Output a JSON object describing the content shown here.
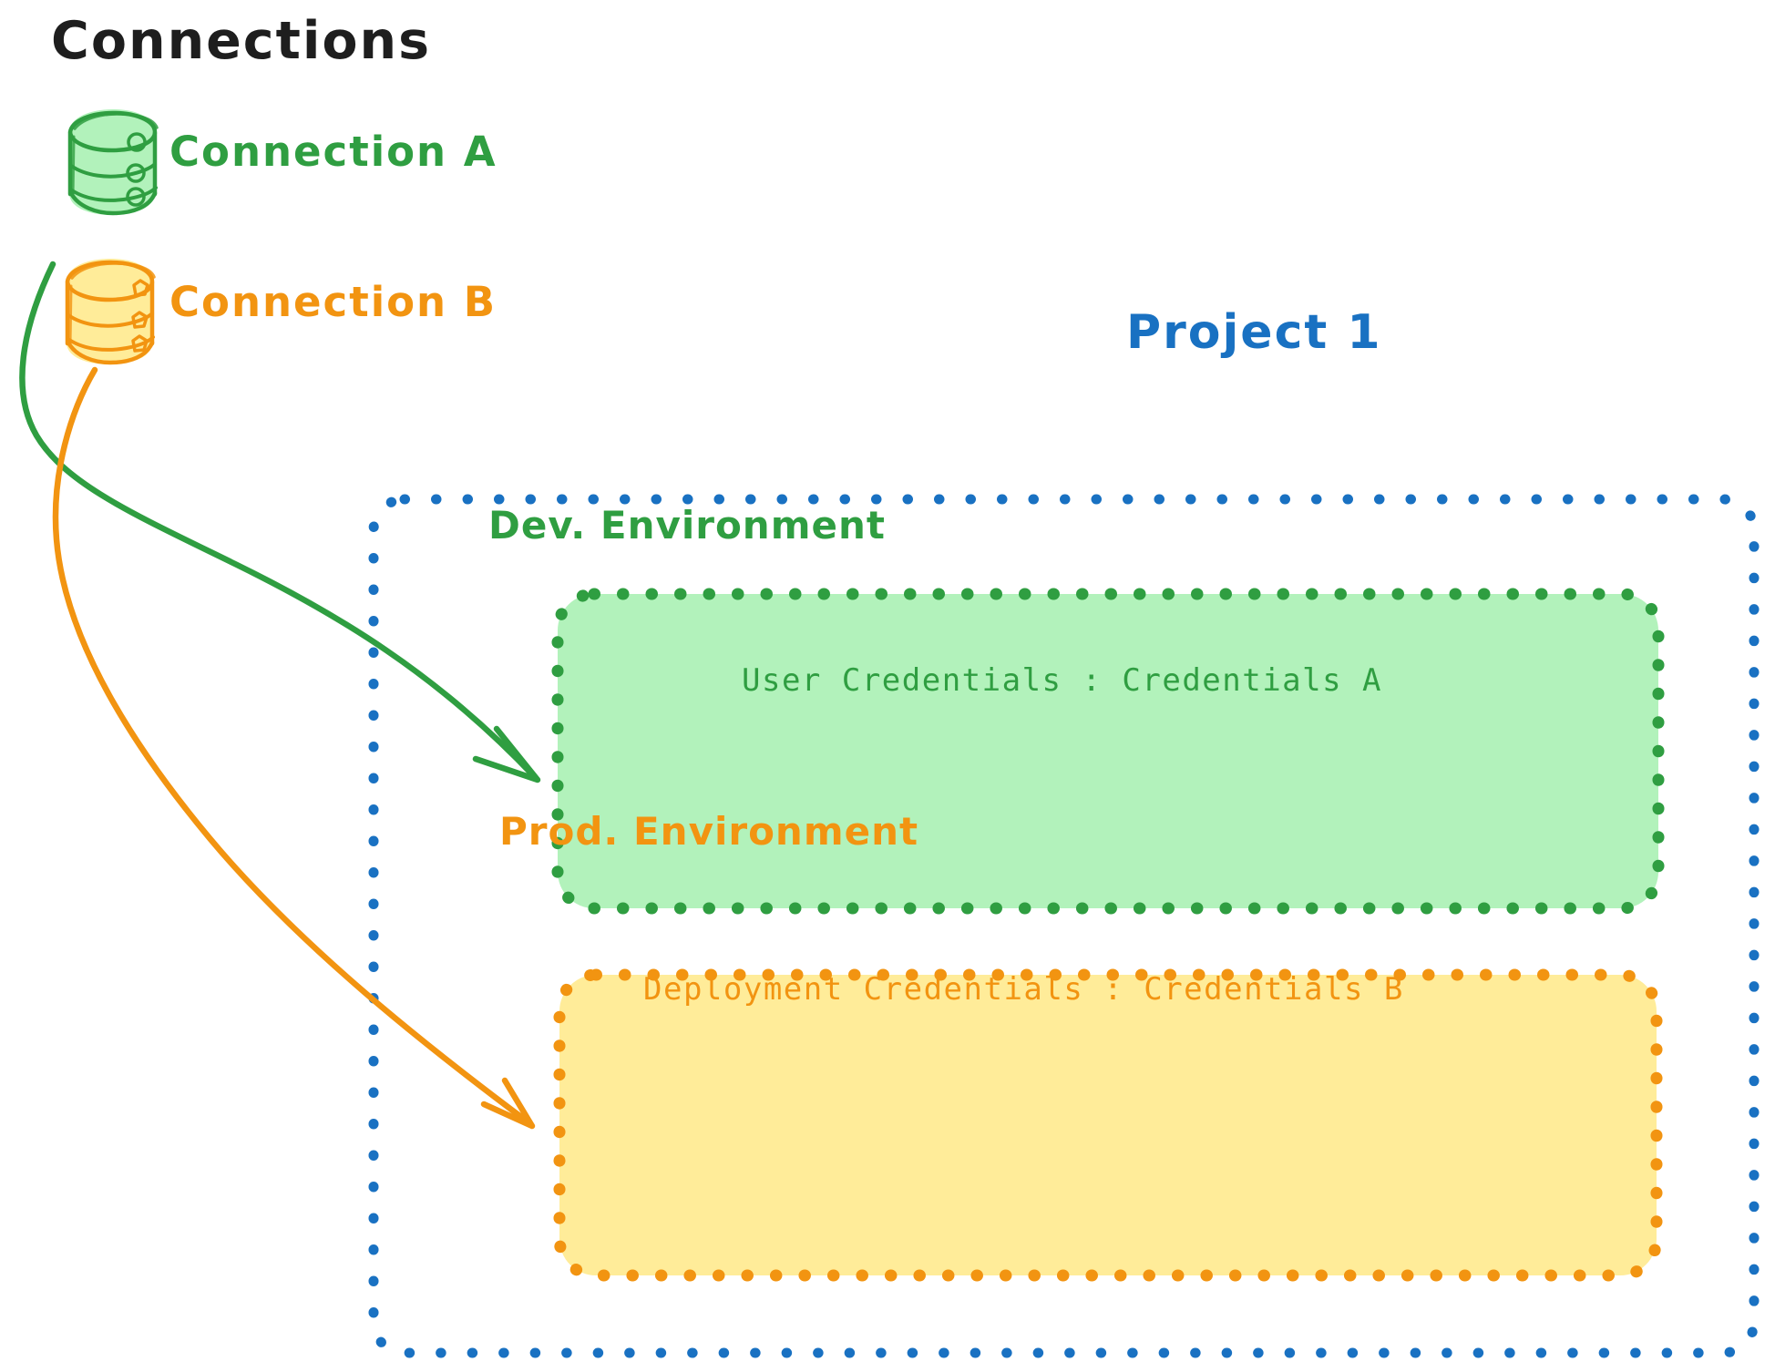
{
  "title": "Connections",
  "colors": {
    "green_stroke": "#2f9e41",
    "green_fill": "#b2f2bb",
    "orange_stroke": "#f29411",
    "orange_fill": "#ffec99",
    "blue_stroke": "#1971c2",
    "text_dark": "#1e1e1e",
    "background": "#ffffff"
  },
  "connections": {
    "heading": "Connections",
    "items": [
      {
        "name": "connection-a",
        "label": "Connection A",
        "icon": "database-cylinder-icon",
        "color": "#2f9e41"
      },
      {
        "name": "connection-b",
        "label": "Connection B",
        "icon": "database-cylinder-icon",
        "color": "#f29411"
      }
    ]
  },
  "project": {
    "label": "Project 1",
    "environments": [
      {
        "name": "dev-environment",
        "title": "Dev. Environment",
        "credentials_label": "User Credentials",
        "credentials_separator": ":",
        "credentials_value": "Credentials A",
        "credentials_line": "User Credentials : Credentials A",
        "color": "#2f9e41",
        "fill": "#b2f2bb"
      },
      {
        "name": "prod-environment",
        "title": "Prod. Environment",
        "credentials_label": "Deployment Credentials",
        "credentials_separator": ":",
        "credentials_value": "Credentials B",
        "credentials_line": "Deployment Credentials : Credentials B",
        "color": "#f29411",
        "fill": "#ffec99"
      }
    ]
  },
  "arrows": [
    {
      "name": "arrow-connection-a-to-dev",
      "from": "connection-a",
      "to": "dev-environment",
      "color": "#2f9e41"
    },
    {
      "name": "arrow-connection-b-to-prod",
      "from": "connection-b",
      "to": "prod-environment",
      "color": "#f29411"
    }
  ]
}
